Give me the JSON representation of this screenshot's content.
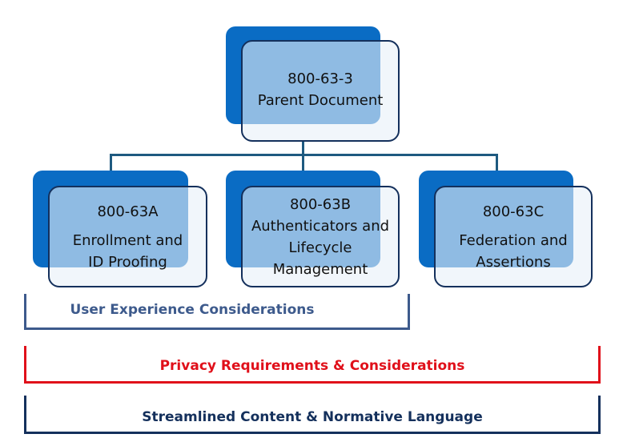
{
  "parent": {
    "code": "800-63-3",
    "title": "Parent Document"
  },
  "children": [
    {
      "code": "800-63A",
      "lines": [
        "Enrollment and",
        "ID Proofing"
      ]
    },
    {
      "code": "800-63B",
      "lines": [
        "Authenticators and",
        "Lifecycle",
        "Management"
      ]
    },
    {
      "code": "800-63C",
      "lines": [
        "Federation and",
        "Assertions"
      ]
    }
  ],
  "brackets": {
    "user_experience": "User Experience Considerations",
    "privacy": "Privacy Requirements & Considerations",
    "streamlined": "Streamlined Content & Normative Language"
  },
  "colors": {
    "shadow_blue": "#0a6cc4",
    "card_border": "#14305c",
    "card_fill": "#e7f0f9",
    "connector": "#1e5a80",
    "user_experience": "#3d5a8c",
    "privacy": "#e0101a",
    "streamlined": "#14305c"
  }
}
